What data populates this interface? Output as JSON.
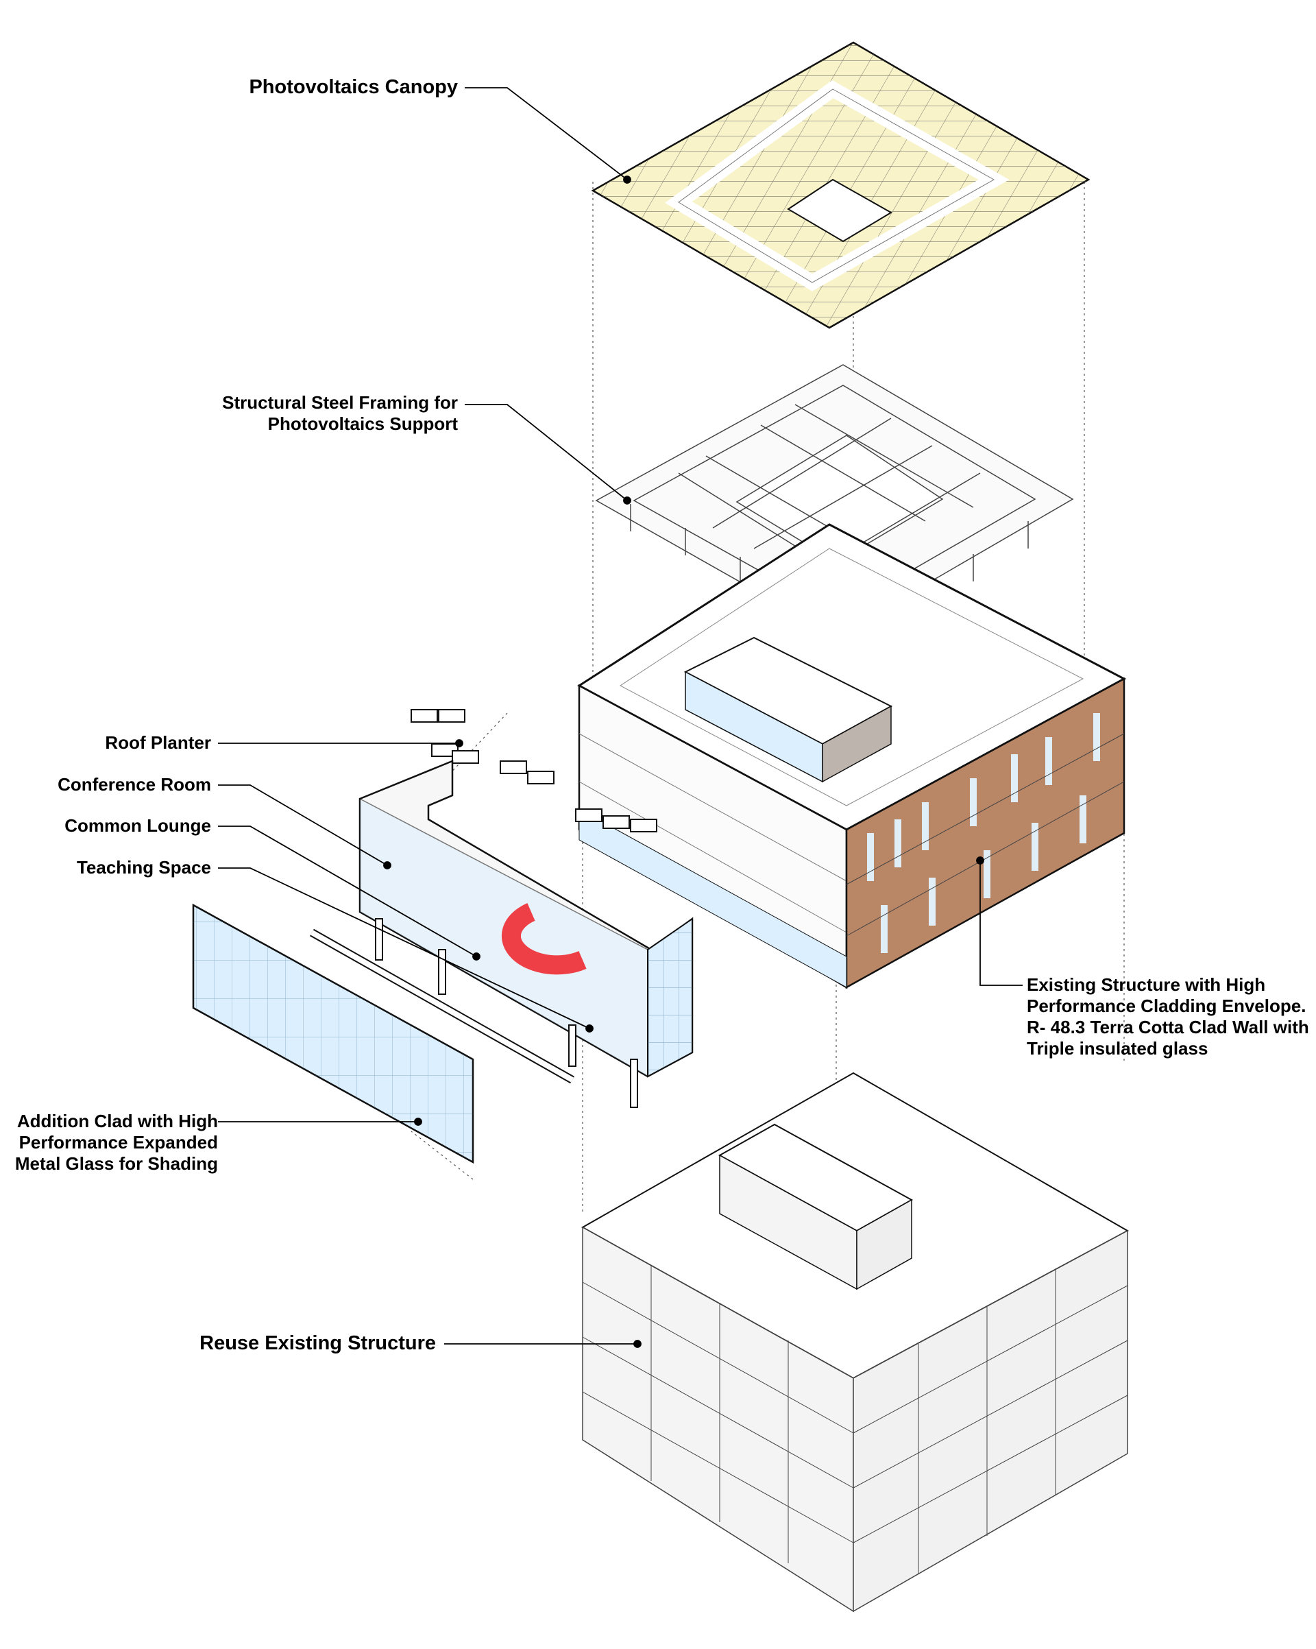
{
  "colors": {
    "pv_panel": "#f8f3c8",
    "glass": "#dcefff",
    "terra_cotta": "#b98666",
    "red_element": "#ee3e46",
    "line": "#111111",
    "leader": "#000000"
  },
  "labels": {
    "pv_canopy": "Photovoltaics Canopy",
    "steel_framing": [
      "Structural Steel Framing for",
      "Photovoltaics Support"
    ],
    "roof_planter": "Roof Planter",
    "conference_room": "Conference Room",
    "common_lounge": "Common Lounge",
    "teaching_space": "Teaching Space",
    "existing_structure": [
      "Existing Structure with High",
      "Performance Cladding Envelope.",
      "R- 48.3 Terra Cotta Clad Wall with",
      "Triple insulated glass"
    ],
    "addition_clad": [
      "Addition Clad with High",
      "Performance Expanded",
      "Metal Glass for Shading"
    ],
    "reuse_structure": "Reuse Existing Structure"
  }
}
